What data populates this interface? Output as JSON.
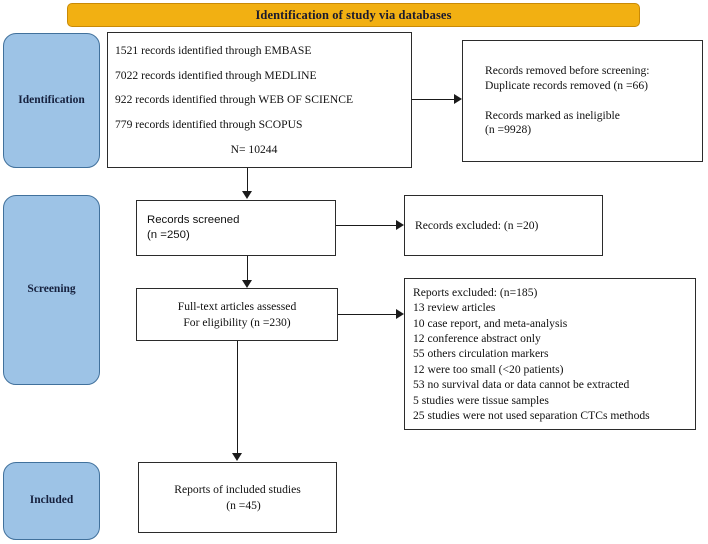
{
  "banner": {
    "title": "Identification of study via databases"
  },
  "stages": [
    {
      "id": "identification",
      "label": "Identification"
    },
    {
      "id": "screening",
      "label": "Screening"
    },
    {
      "id": "included",
      "label": "Included"
    }
  ],
  "boxes": {
    "identification": {
      "lines": [
        "1521 records identified through EMBASE",
        "7022 records identified through MEDLINE",
        "922 records identified through WEB OF SCIENCE",
        "779 records identified through SCOPUS"
      ],
      "total": "N= 10244"
    },
    "removed": {
      "group1": [
        "Records removed before screening:",
        "Duplicate records removed (n =66)"
      ],
      "group2": [
        "Records marked as ineligible",
        "(n =9928)"
      ]
    },
    "screened": {
      "lines": [
        "Records screened",
        "(n =250)"
      ]
    },
    "excluded_records": {
      "lines": [
        "Records excluded: (n =20)"
      ]
    },
    "fulltext": {
      "lines": [
        "Full-text articles assessed",
        "For eligibility (n =230)"
      ]
    },
    "excluded_reports": {
      "lines": [
        "Reports excluded: (n=185)",
        "13 review articles",
        "10 case report, and meta-analysis",
        "12 conference abstract only",
        "55 others circulation markers",
        "12 were too small (<20 patients)",
        "53 no survival data or data cannot be extracted",
        "5 studies were tissue samples",
        "25 studies were not used separation CTCs methods"
      ]
    },
    "included": {
      "lines": [
        "Reports of included studies",
        "(n =45)"
      ]
    }
  },
  "colors": {
    "banner_fill": "#F2B012",
    "banner_border": "#C98A06",
    "stage_fill": "#9DC3E6",
    "stage_border": "#41719C",
    "box_border": "#2b2b2b",
    "connector": "#1a1a1a"
  }
}
